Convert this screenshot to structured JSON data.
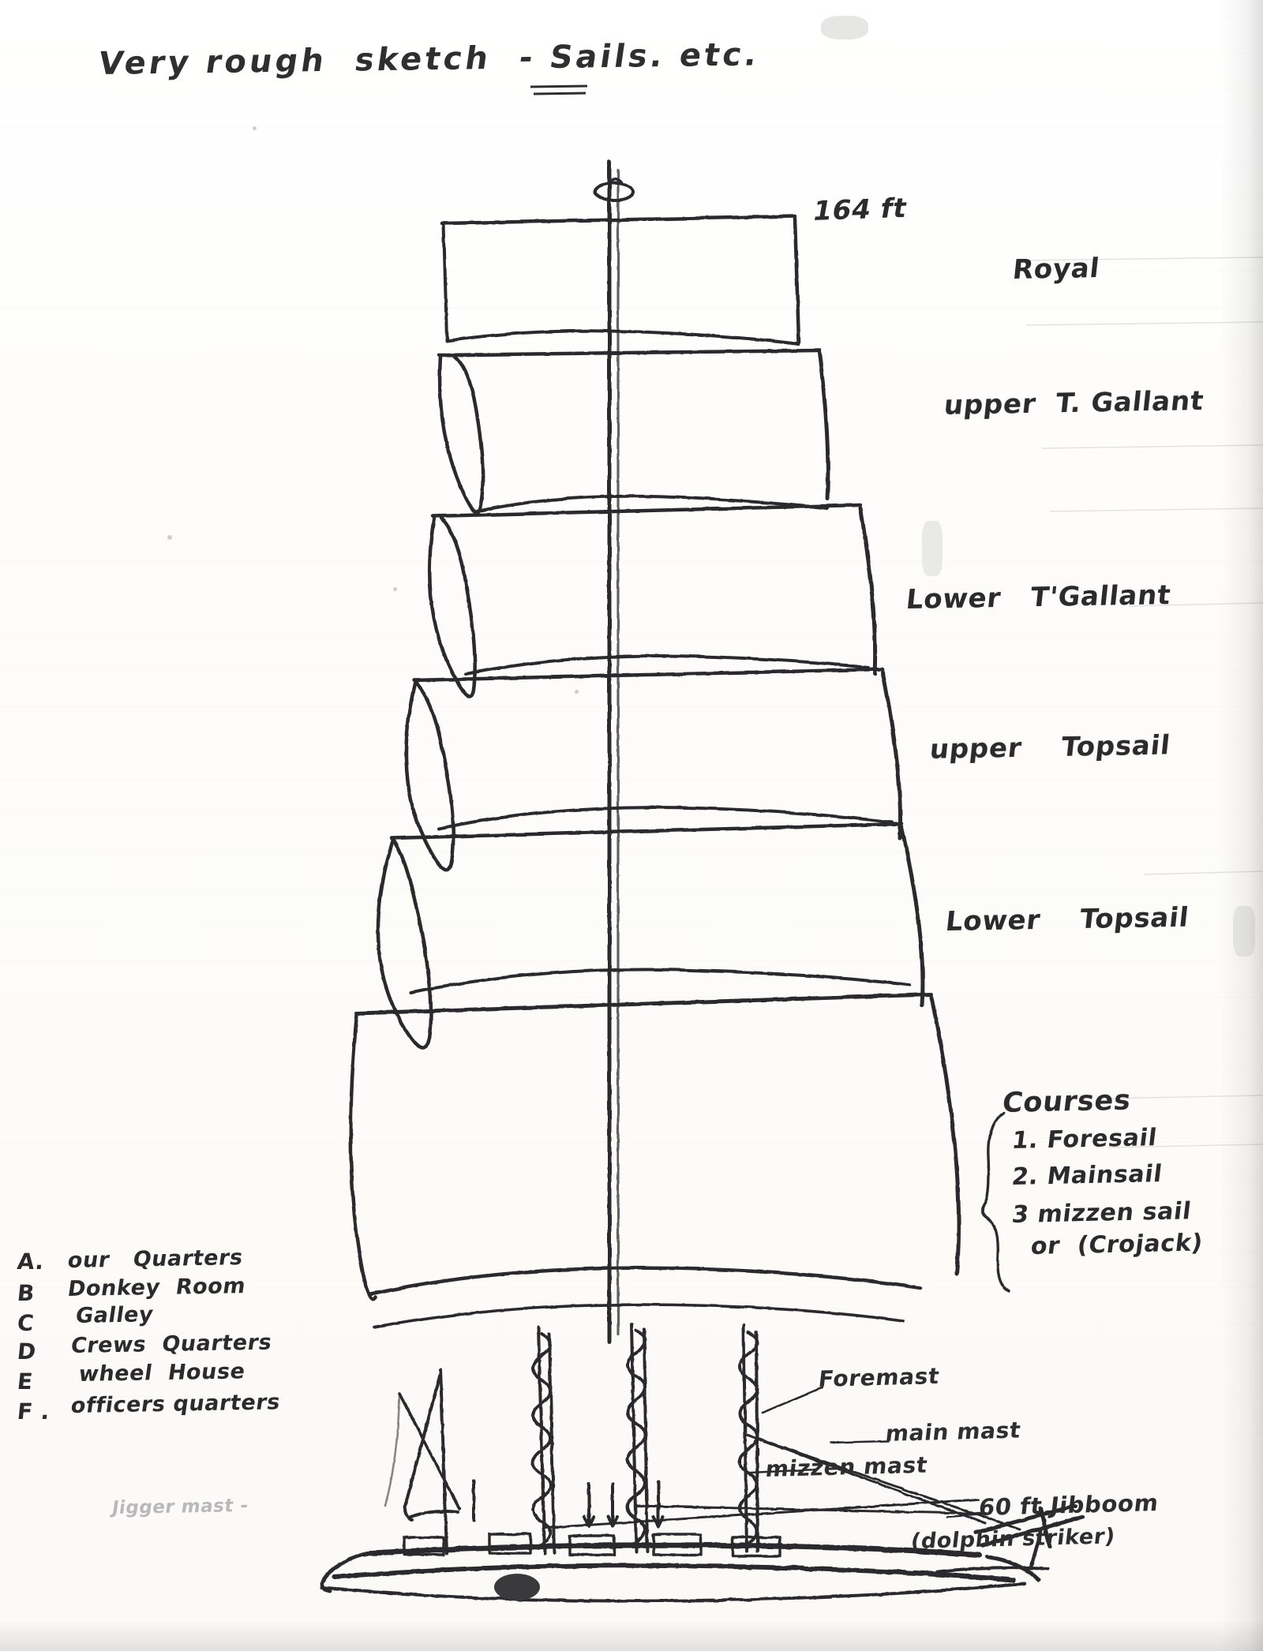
{
  "document": {
    "type": "hand-drawn-sketch",
    "medium": "pen on lined paper, photocopied",
    "title": "Very rough  sketch  - Sails. etc.",
    "ink_color": "#2b2b2d",
    "paper_color": "#fdfdfb"
  },
  "mast_height": {
    "label": "164 ft"
  },
  "sail_labels": [
    {
      "id": "royal",
      "label": "Royal"
    },
    {
      "id": "upper-topgallant",
      "label": "upper  T. Gallant"
    },
    {
      "id": "lower-topgallant",
      "label": "Lower   T'Gallant"
    },
    {
      "id": "upper-topsail",
      "label": "upper    Topsail"
    },
    {
      "id": "lower-topsail",
      "label": "Lower    Topsail"
    }
  ],
  "courses": {
    "heading": "Courses",
    "items": [
      "1. Foresail",
      "2. Mainsail",
      "3 mizzen sail",
      "or  (Crojack)"
    ]
  },
  "legend": {
    "items": [
      {
        "key": "A.",
        "text": "our   Quarters"
      },
      {
        "key": "B",
        "text": "Donkey  Room"
      },
      {
        "key": "C",
        "text": "Galley"
      },
      {
        "key": "D",
        "text": "Crews  Quarters"
      },
      {
        "key": "E",
        "text": "wheel  House"
      },
      {
        "key": "F .",
        "text": "officers quarters"
      }
    ]
  },
  "mast_labels": [
    {
      "id": "foremast",
      "label": "Foremast"
    },
    {
      "id": "main-mast",
      "label": "main mast"
    },
    {
      "id": "mizzen-mast",
      "label": "mizzen mast"
    },
    {
      "id": "jigger-mast",
      "label": "Jigger mast -"
    }
  ],
  "bowsprit": {
    "length_label": "60 ft Jibboom",
    "detail_label": "(dolphin striker)"
  }
}
